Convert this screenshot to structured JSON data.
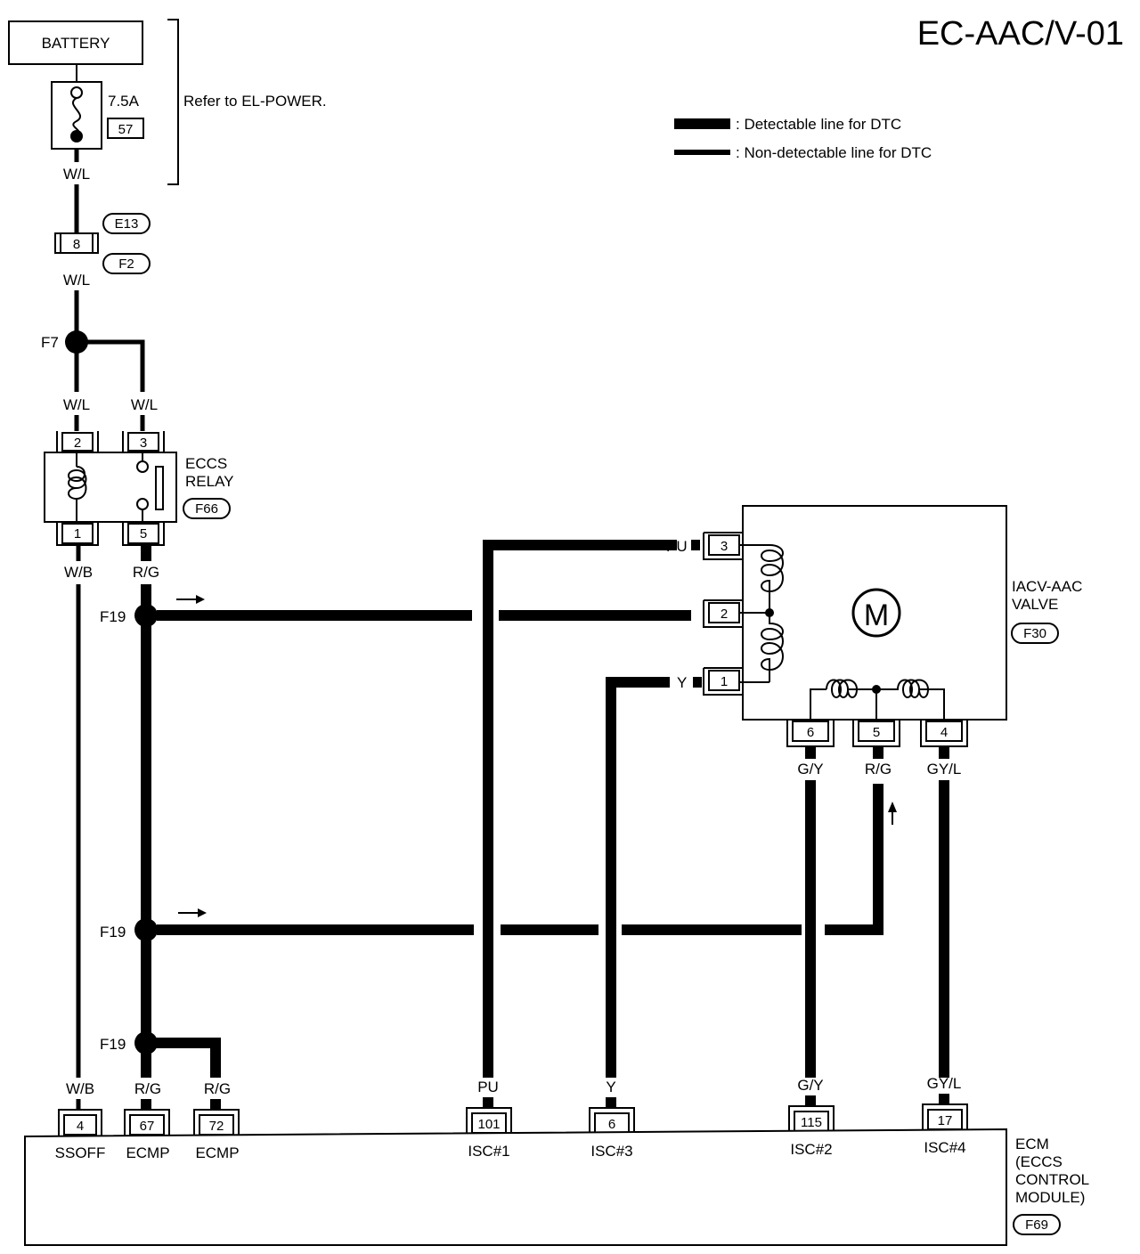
{
  "title": "EC-AAC/V-01",
  "legend": {
    "detectable": ": Detectable line for DTC",
    "non_detectable": ": Non-detectable line for DTC"
  },
  "power": {
    "battery": "BATTERY",
    "fuse_rating": "7.5A",
    "fuse_number": "57",
    "refer": "Refer to EL-POWER."
  },
  "connectors": {
    "e13": "E13",
    "f2": "F2",
    "f2_pin": "8",
    "f66": "F66",
    "f30": "F30",
    "f69": "F69"
  },
  "junctions": {
    "f7": "F7",
    "f19": "F19"
  },
  "relay": {
    "name_line1": "ECCS",
    "name_line2": "RELAY",
    "pin2": "2",
    "pin3": "3",
    "pin1": "1",
    "pin5": "5"
  },
  "valve": {
    "name_line1": "IACV-AAC",
    "name_line2": "VALVE",
    "motor": "M",
    "pin3": "3",
    "pin2": "2",
    "pin1": "1",
    "pin6": "6",
    "pin5": "5",
    "pin4": "4"
  },
  "wires": {
    "wl": "W/L",
    "wb": "W/B",
    "rg": "R/G",
    "pu": "PU",
    "y": "Y",
    "gy": "G/Y",
    "gyl": "GY/L"
  },
  "ecm": {
    "name_line1": "ECM",
    "name_line2": "(ECCS",
    "name_line3": "CONTROL",
    "name_line4": "MODULE)",
    "terminals": [
      {
        "pin": "4",
        "name": "SSOFF"
      },
      {
        "pin": "67",
        "name": "ECMP"
      },
      {
        "pin": "72",
        "name": "ECMP"
      },
      {
        "pin": "101",
        "name": "ISC#1"
      },
      {
        "pin": "6",
        "name": "ISC#3"
      },
      {
        "pin": "115",
        "name": "ISC#2"
      },
      {
        "pin": "17",
        "name": "ISC#4"
      }
    ]
  }
}
